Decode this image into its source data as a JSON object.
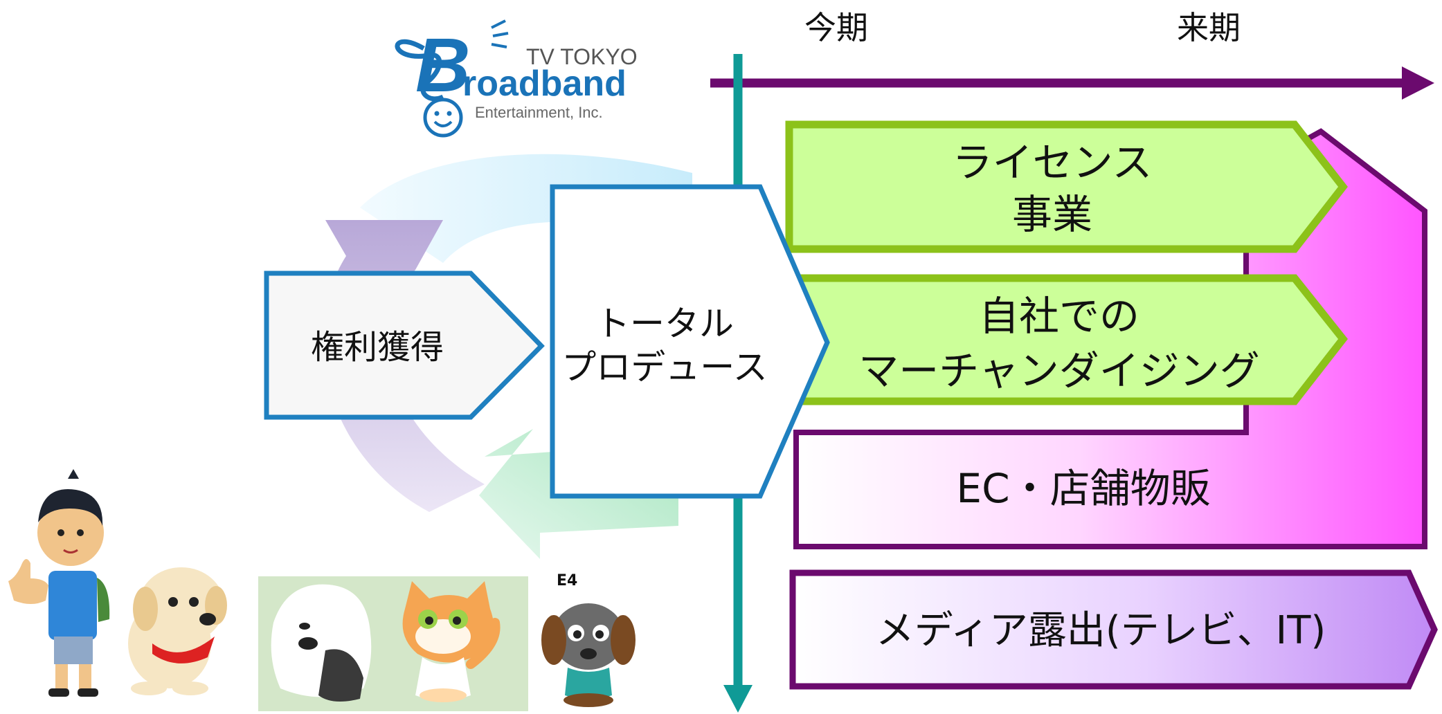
{
  "logo": {
    "line1": "TV TOKYO",
    "line2": "roadband",
    "line3": "Entertainment, Inc.",
    "brand_letter": "B",
    "color": "#1a73b8"
  },
  "timeline": {
    "current_period": "今期",
    "next_period": "来期"
  },
  "cycle": {
    "rights_label": "権利獲得",
    "produce_line1": "トータル",
    "produce_line2": "プロデュース"
  },
  "businesses": {
    "license_line1": "ライセンス",
    "license_line2": "事業",
    "merch_line1": "自社での",
    "merch_line2": "マーチャンダイジング",
    "retail": "EC・店舗物販",
    "media": "メディア露出(テレビ、IT)"
  },
  "characters": {
    "tag": "E4"
  },
  "colors": {
    "timeline_arrow": "#6b0a6e",
    "vertical_axis": "#0f9a96",
    "box_border": "#1f80c0",
    "license_fill": "#ccff99",
    "license_border": "#8cc21a",
    "magenta": "#ff55ff",
    "purple_border": "#6b0a6e",
    "lavender": "#c890f5"
  }
}
